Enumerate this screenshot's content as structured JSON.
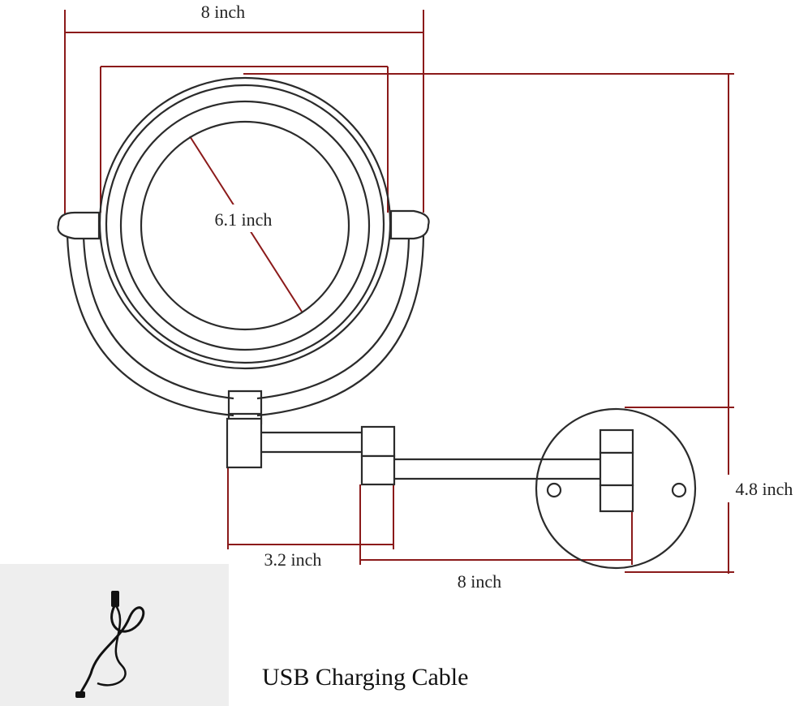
{
  "colors": {
    "dimension_line": "#8b1a1a",
    "outline": "#2b2b2b",
    "inset_background": "#eeeeee",
    "cable": "#111111"
  },
  "dimensions": {
    "top_width": "8 inch",
    "mirror_diameter": "6.1 inch",
    "height": "4.8 inch",
    "arm_short": "3.2 inch",
    "arm_long": "8 inch"
  },
  "inset": {
    "caption": "USB Charging Cable",
    "icon": "usb-cable-icon"
  }
}
